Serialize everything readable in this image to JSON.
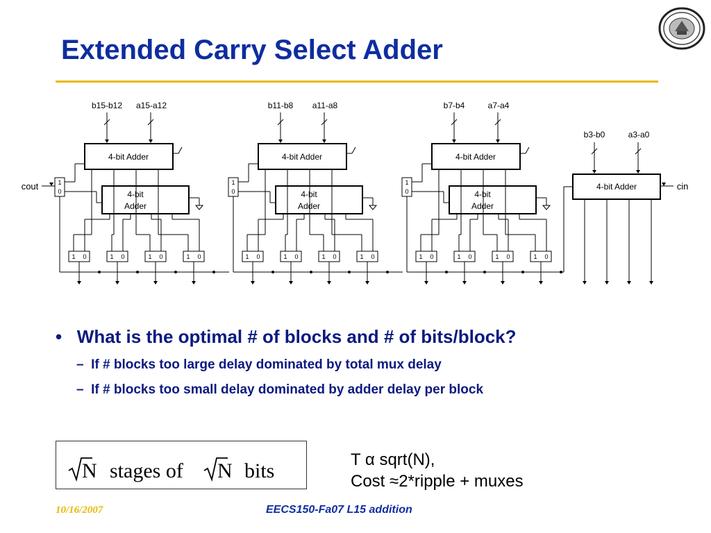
{
  "title": "Extended Carry Select Adder",
  "diagram": {
    "blocks": [
      {
        "b_label": "b15-b12",
        "a_label": "a15-a12",
        "adder_top": "4-bit Adder",
        "adder_bottom_line1": "4-bit",
        "adder_bottom_line2": "Adder",
        "mux_out_label": "cout"
      },
      {
        "b_label": "b11-b8",
        "a_label": "a11-a8",
        "adder_top": "4-bit Adder",
        "adder_bottom_line1": "4-bit",
        "adder_bottom_line2": "Adder"
      },
      {
        "b_label": "b7-b4",
        "a_label": "a7-a4",
        "adder_top": "4-bit Adder",
        "adder_bottom_line1": "4-bit",
        "adder_bottom_line2": "Adder"
      }
    ],
    "last_block": {
      "b_label": "b3-b0",
      "a_label": "a3-a0",
      "adder": "4-bit Adder",
      "cin_label": "cin"
    },
    "mux_labels": {
      "one": "1",
      "zero": "0"
    }
  },
  "bullets": {
    "main": "What is the optimal # of blocks and # of bits/block?",
    "sub": [
      "If # blocks too large delay dominated by total mux delay",
      "If # blocks too small delay dominated by adder delay per block"
    ]
  },
  "formula_box": {
    "n": "N",
    "stages_of": "stages of",
    "bits": "bits"
  },
  "note": {
    "line1": "T α sqrt(N),",
    "line2": "Cost ≈2*ripple + muxes"
  },
  "footer": {
    "date": "10/16/2007",
    "course": "EECS150-Fa07 L15 addition"
  },
  "colors": {
    "title": "#0e2da0",
    "rule": "#e8b800",
    "bullet_text": "#0a1a80"
  }
}
